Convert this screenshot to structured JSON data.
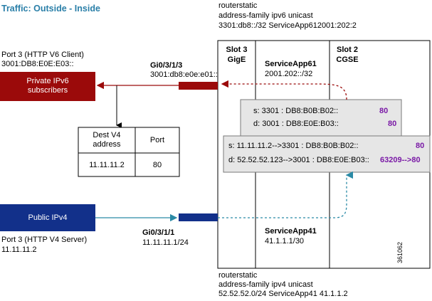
{
  "title": "Traffic: Outside - Inside",
  "route_top": {
    "line1": "routerstatic",
    "line2": "address-family ipv6 unicast",
    "line3": "3301:db8::/32 ServiceApp612001:202:2"
  },
  "route_bottom": {
    "line1": "routerstatic",
    "line2": "address-family ipv4 unicast",
    "line3": "52.52.52.0/24 ServiceApp41 41.1.1.2"
  },
  "v6_client": {
    "label1": "Port 3 (HTTP V6 Client)",
    "label2": "3001:DB8:E0E:E03::",
    "box_line1": "Private IPv6",
    "box_line2": "subscribers"
  },
  "v4_server": {
    "box_label": "Public IPv4",
    "label1": "Port 3 (HTTP V4 Server)",
    "label2": "11.11.11.2"
  },
  "gi_top": {
    "name": "Gi0/3/1/3",
    "addr": "3001:db8:e0e:e01::"
  },
  "gi_bottom": {
    "name": "Gi0/3/1/1",
    "addr": "11.11.11.1/24"
  },
  "slot3": {
    "line1": "Slot 3",
    "line2": "GigE"
  },
  "slot2": {
    "line1": "Slot 2",
    "line2": "CGSE"
  },
  "sa61": {
    "name": "ServiceApp61",
    "addr": "2001.202::/32"
  },
  "sa41": {
    "name": "ServiceApp41",
    "addr": "41.1.1.1/30"
  },
  "table": {
    "headers": [
      "Dest V4\naddress",
      "Port"
    ],
    "row": [
      "11.11.11.2",
      "80"
    ]
  },
  "packet_top": {
    "s": "s: 3301 : DB8:B0B:B02::",
    "s_port": "80",
    "d": "d: 3001 : DB8:E0E:B03::",
    "d_port": "80"
  },
  "packet_bottom": {
    "s": "s: 11.11.11.2-->3301 : DB8:B0B:B02::",
    "s_port": "80",
    "d": "d: 52.52.52.123-->3001 : DB8:E0E:B03::",
    "d_port": "63209-->80"
  },
  "figure_id": "361062",
  "colors": {
    "title": "#2a7fa8",
    "private_box": "#9b0a0a",
    "public_box": "#12308a",
    "arrow_red": "#9b0a0a",
    "arrow_teal": "#2a8aa6",
    "packet_bg": "#e6e6e6",
    "port_purple": "#7a1aa6"
  }
}
